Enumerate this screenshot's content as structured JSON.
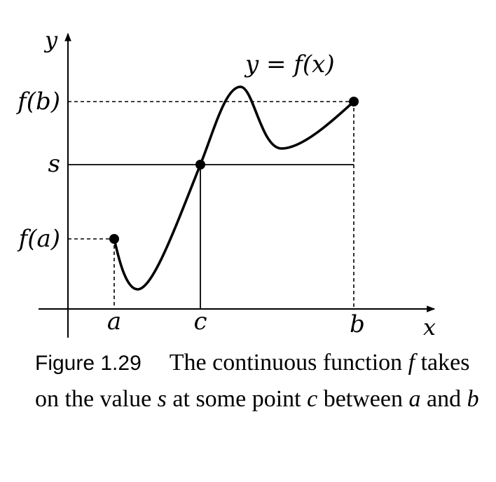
{
  "figure": {
    "axis_labels": {
      "x": "x",
      "y": "y"
    },
    "curve_label": "y = f(x)",
    "x_ticks": {
      "a": "a",
      "c": "c",
      "b": "b"
    },
    "y_ticks": {
      "fb": "f(b)",
      "s": "s",
      "fa": "f(a)"
    },
    "points": [
      {
        "name": "a",
        "x": "a",
        "y": "f(a)"
      },
      {
        "name": "c",
        "x": "c",
        "y": "s"
      },
      {
        "name": "b",
        "x": "b",
        "y": "f(b)"
      }
    ]
  },
  "caption": {
    "label": "Figure 1.29",
    "segments": [
      {
        "text": "The continuous function ",
        "italic": false
      },
      {
        "text": "f",
        "italic": true
      },
      {
        "text": " takes on the value ",
        "italic": false
      },
      {
        "text": "s",
        "italic": true
      },
      {
        "text": " at some point ",
        "italic": false
      },
      {
        "text": "c",
        "italic": true
      },
      {
        "text": " between ",
        "italic": false
      },
      {
        "text": "a",
        "italic": true
      },
      {
        "text": " and ",
        "italic": false
      },
      {
        "text": "b",
        "italic": true
      }
    ]
  }
}
